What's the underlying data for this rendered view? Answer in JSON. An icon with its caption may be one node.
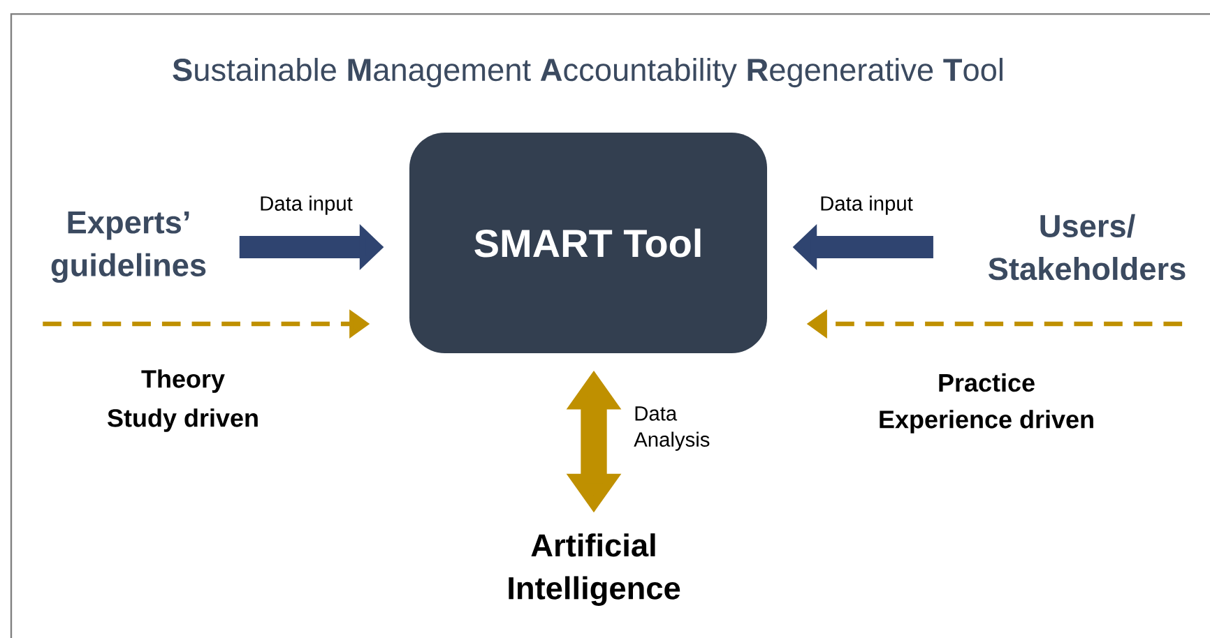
{
  "diagram": {
    "title": "**S**ustainable **M**anagement **A**ccountability **R**egenerative **T**ool",
    "nodes": [
      {
        "text": [
          "Experts’ guidelines"
        ]
      },
      {
        "text": [
          "SMART Tool"
        ]
      },
      {
        "text": [
          "Users/ Stakeholders"
        ]
      },
      {
        "text": [
          "Artificial Intelligence"
        ]
      }
    ],
    "edges": [
      {
        "from": 0,
        "to": 1,
        "arrow": "to",
        "label": "Data input",
        "color": "#2f4470"
      },
      {
        "from": 0,
        "to": 1,
        "arrow": "to",
        "style": "dashed",
        "color": "#bf9000"
      },
      {
        "from": 2,
        "to": 1,
        "arrow": "to",
        "label": "Data input",
        "color": "#2f4470"
      },
      {
        "from": 2,
        "to": 1,
        "arrow": "to",
        "style": "dashed",
        "color": "#bf9000"
      },
      {
        "from": 1,
        "to": 3,
        "arrow": "both",
        "label": "Data Analysis",
        "color": "#bf9000"
      }
    ],
    "labels": [
      "Theory",
      "Study driven",
      "Practice",
      "Experience driven"
    ]
  }
}
